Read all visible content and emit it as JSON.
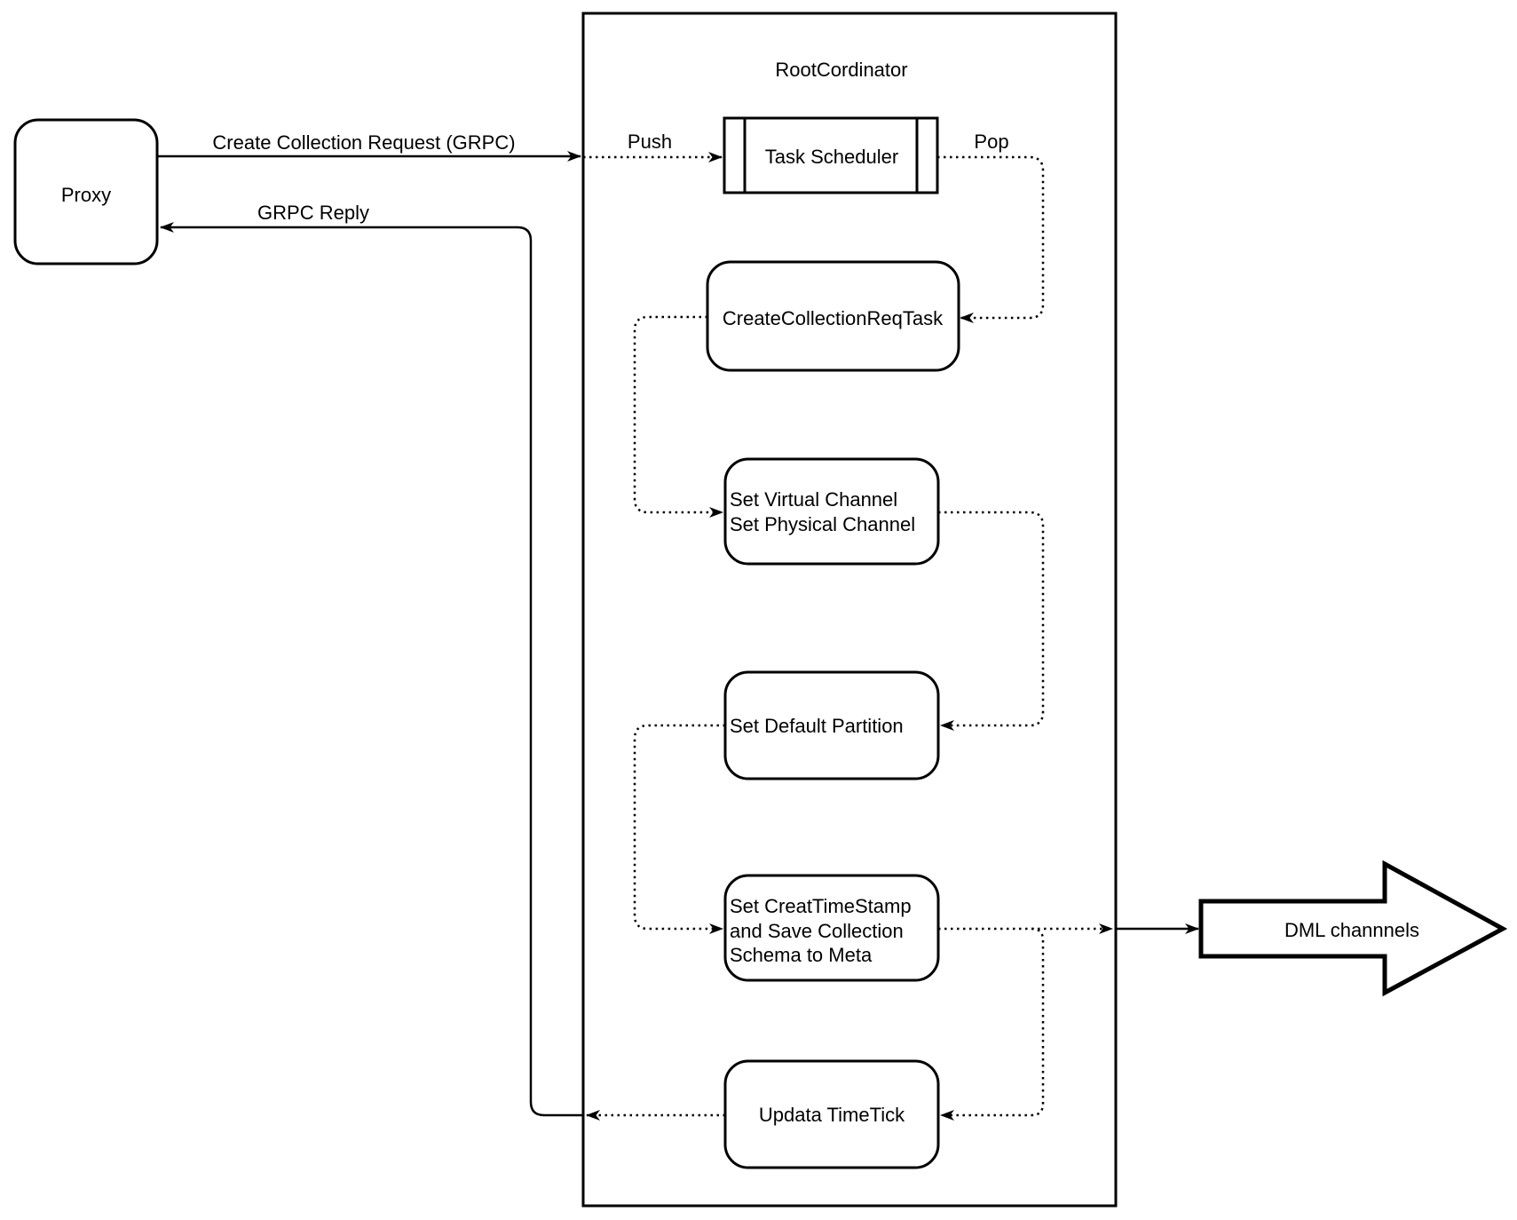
{
  "diagram": {
    "container_title": "RootCordinator",
    "nodes": {
      "proxy": {
        "label": "Proxy"
      },
      "task_scheduler": {
        "label": "Task Scheduler"
      },
      "create_collection_req_task": {
        "label": "CreateCollectionReqTask"
      },
      "set_channels": {
        "lines": [
          "Set Virtual Channel",
          "Set Physical Channel"
        ]
      },
      "set_default_partition": {
        "label": "Set Default Partition"
      },
      "set_creat_timestamp": {
        "lines": [
          "Set CreatTimeStamp",
          "and Save Collection",
          "Schema to Meta"
        ]
      },
      "updata_timetick": {
        "label": "Updata TimeTick"
      },
      "dml_channels": {
        "label": "DML channnels"
      }
    },
    "edge_labels": {
      "create_collection_request": "Create Collection Request (GRPC)",
      "grpc_reply": "GRPC Reply",
      "push": "Push",
      "pop": "Pop"
    },
    "colors": {
      "line": "#000000",
      "background": "#ffffff"
    }
  }
}
